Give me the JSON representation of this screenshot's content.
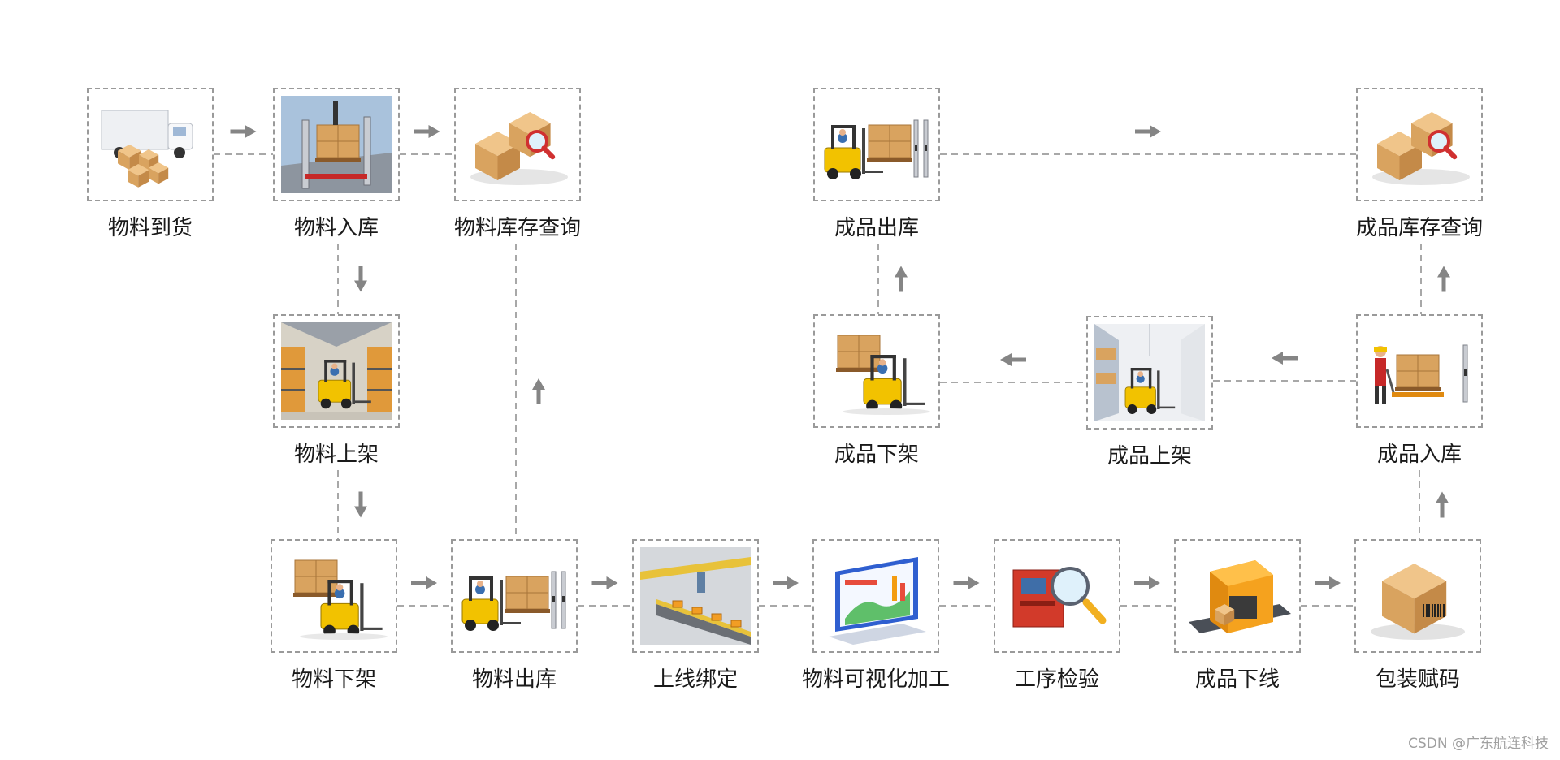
{
  "colors": {
    "dash": "#a8a8a8",
    "arrow": "#858585",
    "box": "#9a9a9a",
    "cardboard": "#d9a35f",
    "forklift": "#f2c200",
    "shelf": "#e0993a"
  },
  "nodes": [
    {
      "id": "material-arrival",
      "label": "物料到货",
      "icon": "truck-boxes-icon"
    },
    {
      "id": "material-inbound",
      "label": "物料入库",
      "icon": "rfid-gate-pallet-icon"
    },
    {
      "id": "material-inventory-query",
      "label": "物料库存查询",
      "icon": "box-magnifier-icon"
    },
    {
      "id": "material-shelving",
      "label": "物料上架",
      "icon": "warehouse-forklift-icon"
    },
    {
      "id": "material-unshelving",
      "label": "物料下架",
      "icon": "forklift-pallet-icon"
    },
    {
      "id": "material-outbound",
      "label": "物料出库",
      "icon": "forklift-rfid-gate-icon"
    },
    {
      "id": "line-binding",
      "label": "上线绑定",
      "icon": "conveyor-line-icon"
    },
    {
      "id": "visual-processing",
      "label": "物料可视化加工",
      "icon": "dashboard-screen-icon"
    },
    {
      "id": "process-inspection",
      "label": "工序检验",
      "icon": "inspection-magnifier-icon"
    },
    {
      "id": "product-offline",
      "label": "成品下线",
      "icon": "scanner-conveyor-icon"
    },
    {
      "id": "packaging-coding",
      "label": "包装赋码",
      "icon": "barcode-box-icon"
    },
    {
      "id": "product-inbound",
      "label": "成品入库",
      "icon": "pallet-jack-worker-icon"
    },
    {
      "id": "product-shelving",
      "label": "成品上架",
      "icon": "warehouse-aisle-forklift-icon"
    },
    {
      "id": "product-unshelving",
      "label": "成品下架",
      "icon": "forklift-pallet-icon"
    },
    {
      "id": "product-outbound",
      "label": "成品出库",
      "icon": "forklift-rfid-gate-icon"
    },
    {
      "id": "product-inventory-query",
      "label": "成品库存查询",
      "icon": "box-magnifier-icon"
    }
  ],
  "flow": [
    [
      "material-arrival",
      "material-inbound"
    ],
    [
      "material-inbound",
      "material-inventory-query"
    ],
    [
      "material-inbound",
      "material-shelving"
    ],
    [
      "material-shelving",
      "material-unshelving"
    ],
    [
      "material-unshelving",
      "material-outbound"
    ],
    [
      "material-outbound",
      "material-inventory-query"
    ],
    [
      "material-outbound",
      "line-binding"
    ],
    [
      "line-binding",
      "visual-processing"
    ],
    [
      "visual-processing",
      "process-inspection"
    ],
    [
      "process-inspection",
      "product-offline"
    ],
    [
      "product-offline",
      "packaging-coding"
    ],
    [
      "packaging-coding",
      "product-inbound"
    ],
    [
      "product-inbound",
      "product-inventory-query"
    ],
    [
      "product-inbound",
      "product-shelving"
    ],
    [
      "product-shelving",
      "product-unshelving"
    ],
    [
      "product-unshelving",
      "product-outbound"
    ],
    [
      "product-outbound",
      "product-inventory-query"
    ]
  ],
  "watermark": "CSDN @广东航连科技"
}
